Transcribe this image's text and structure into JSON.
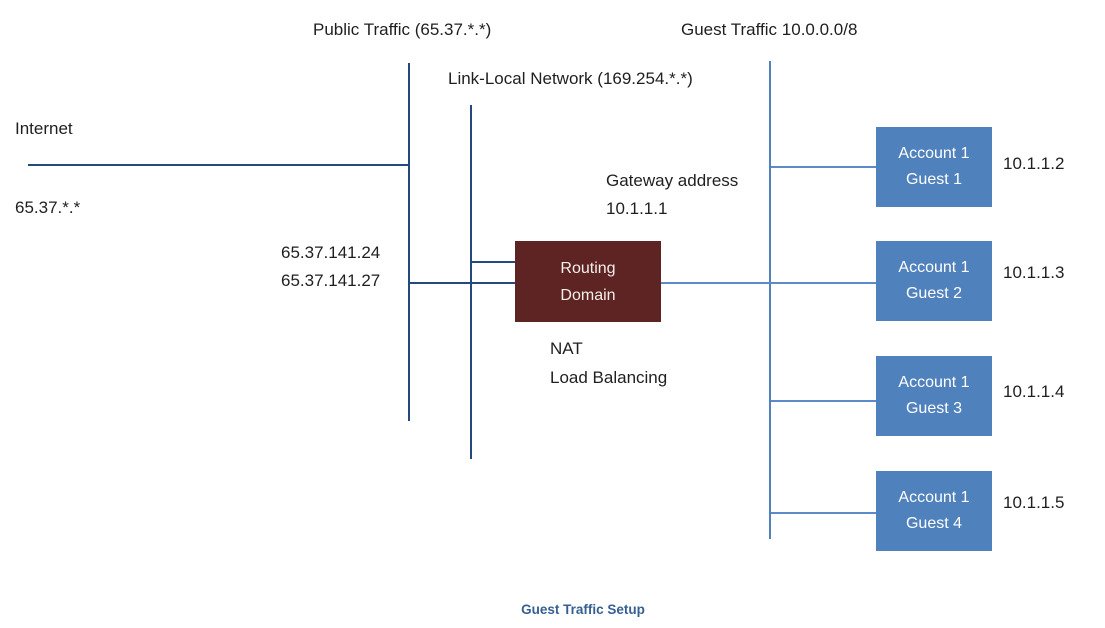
{
  "diagram": {
    "caption": "Guest Traffic Setup",
    "titles": {
      "public_traffic": "Public Traffic (65.37.*.*)",
      "guest_traffic": "Guest Traffic 10.0.0.0/8",
      "link_local": "Link-Local Network (169.254.*.*)"
    },
    "internet": {
      "label": "Internet",
      "range": "65.37.*.*"
    },
    "public_ips": [
      "65.37.141.24",
      "65.37.141.27"
    ],
    "gateway": {
      "label": "Gateway address",
      "ip": "10.1.1.1"
    },
    "services": [
      "NAT",
      "Load Balancing"
    ],
    "routing_domain": {
      "line1": "Routing",
      "line2": "Domain"
    },
    "guests": [
      {
        "line1": "Account 1",
        "line2": "Guest 1",
        "ip": "10.1.1.2"
      },
      {
        "line1": "Account 1",
        "line2": "Guest 2",
        "ip": "10.1.1.3"
      },
      {
        "line1": "Account 1",
        "line2": "Guest 3",
        "ip": "10.1.1.4"
      },
      {
        "line1": "Account 1",
        "line2": "Guest 4",
        "ip": "10.1.1.5"
      }
    ],
    "colors": {
      "navy_line": "#24497E",
      "blue_line": "#4F81BD",
      "routing_box_fill": "#5E2423",
      "guest_box_fill": "#4F81BD",
      "box_text": "#FFFFFF",
      "label_text": "#1F1F1F",
      "caption_text": "#365F91"
    }
  }
}
